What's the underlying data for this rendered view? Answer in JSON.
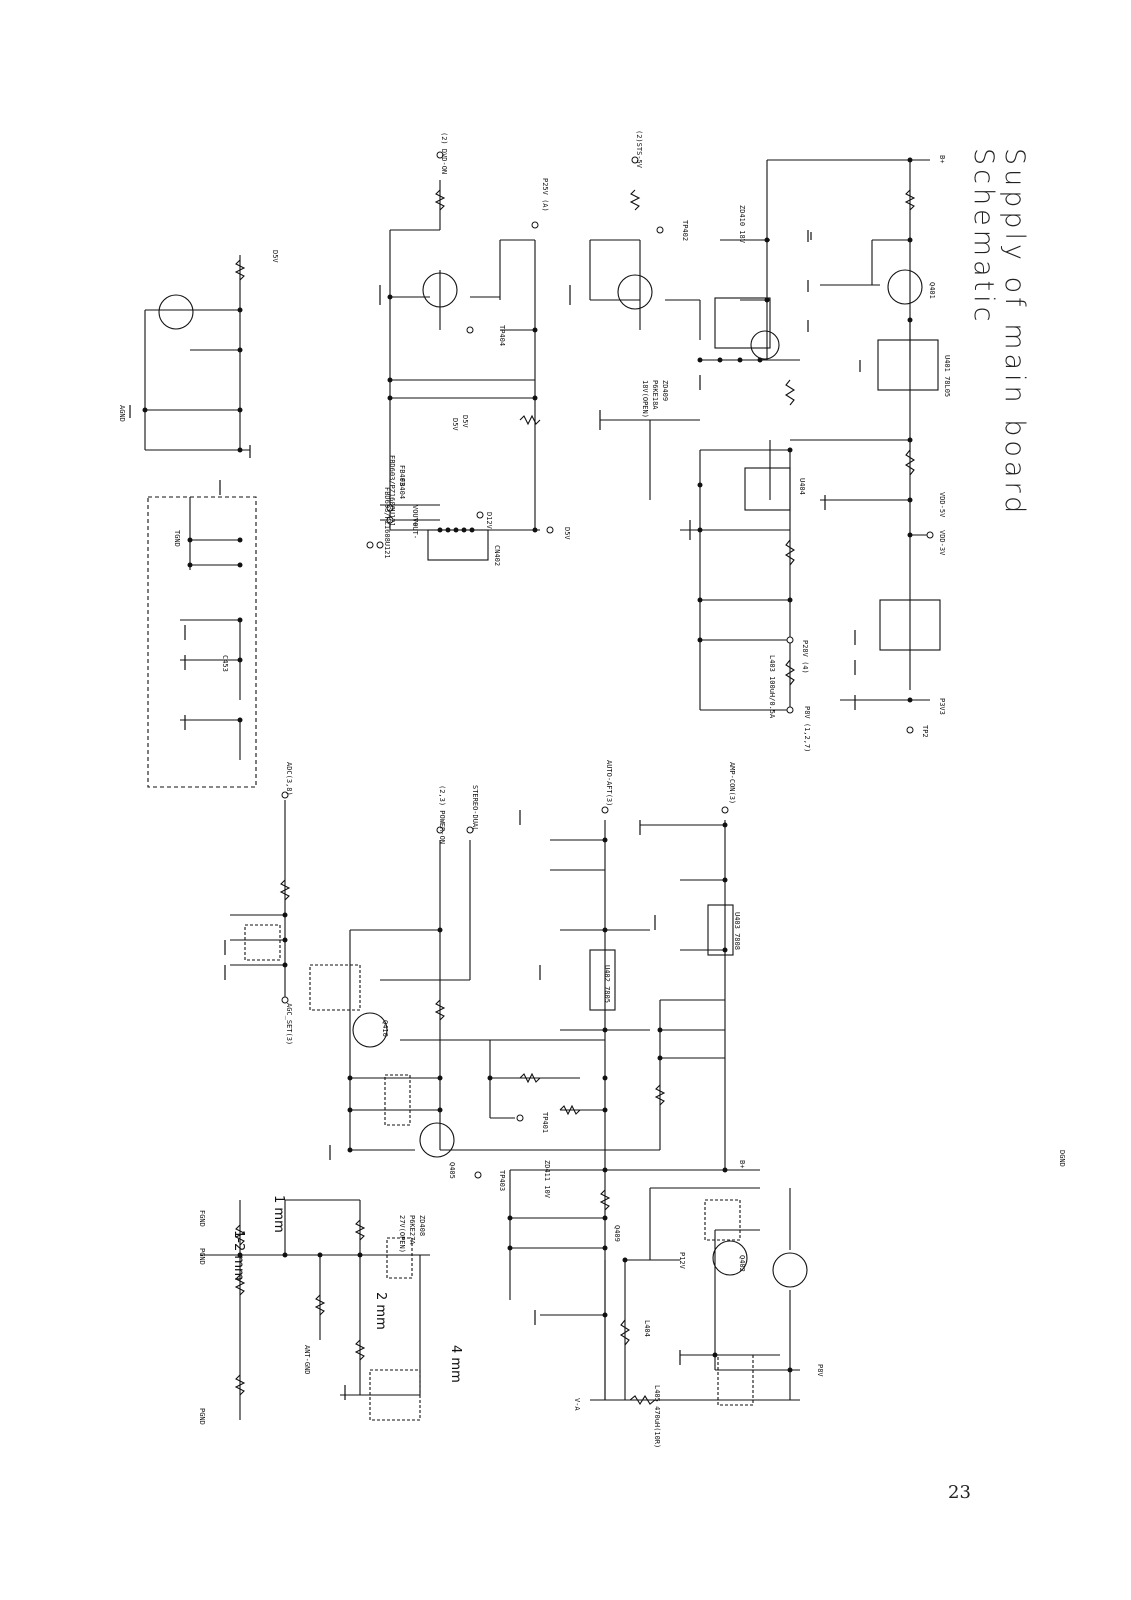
{
  "page": {
    "title": "Supply of main board Schematic",
    "page_number": "23"
  },
  "labels": {
    "b_plus": "B+",
    "d5v": "D5V",
    "d5v_a": "D5V",
    "d5v_b": "D5V",
    "d12v": "D12V",
    "d5v_out": "D5V",
    "p25v": "P25V (A)",
    "p28v": "P28V (4)",
    "p8v": "P8V (1,2,7)",
    "vdd_5v": "VDD-5V",
    "vdd_3v": "VDD-3V",
    "p3v3": "P3V3",
    "tp2": "TP2",
    "tp401": "TP401",
    "tp403": "TP403",
    "tp404": "TP404",
    "tp402": "TP402",
    "vout_plus": "VOUT+",
    "vout_minus": "VOUT-",
    "agnd": "AGND",
    "dgnd": "DGND",
    "pgnd": "PGND",
    "pgnd2": "PGND",
    "ant_gnd": "ANT-GND",
    "tgnd": "TGND",
    "fgnd": "FGND",
    "p12v": "P12V",
    "p8v_b": "P8V",
    "v_a": "V-A",
    "auto_aft": "AUTO-AFT(3)",
    "amp_con": "AMP-CON(3)",
    "power_on": "(2,3) POWER-ON",
    "stereo_dual": "STEREO-DUAL",
    "agc_set": "AGC_SET(3)",
    "adc": "ADC(3,8)",
    "dvd_on": "(2) DVD-ON",
    "sts_5v": "(2)STS-5V",
    "u401": "U401 78L05",
    "u402": "U402 7805",
    "u403": "U403 7808",
    "u404": "U404",
    "q401": "Q401",
    "q405": "Q405",
    "q409": "Q409",
    "q410": "Q410",
    "q402": "Q402",
    "zd410": "ZD410 18V",
    "zd411": "ZD411 10V",
    "zd408": "ZD408",
    "zd408_b": "P6KE27A",
    "zd408_c": "27V(OPEN)",
    "l403": "L403 100uH/0.5A",
    "l405": "L405 470uH(10R)",
    "l404": "L404",
    "cn402": "CN402",
    "fb403": "FB403",
    "fb403_b": "FBD603/PZ1608U121",
    "fb404": "FB404",
    "fb404_b": "FBD603/PZ1608U121",
    "zd409": "ZD409",
    "zd409_b": "P6KE18A",
    "zd409_c": "18V(OPEN)",
    "mm1": "1 mm",
    "mm12": "1-2 mm",
    "mm2": "2 mm",
    "mm4": "4 mm",
    "c453": "C453",
    "b_plus_2": "B+"
  }
}
